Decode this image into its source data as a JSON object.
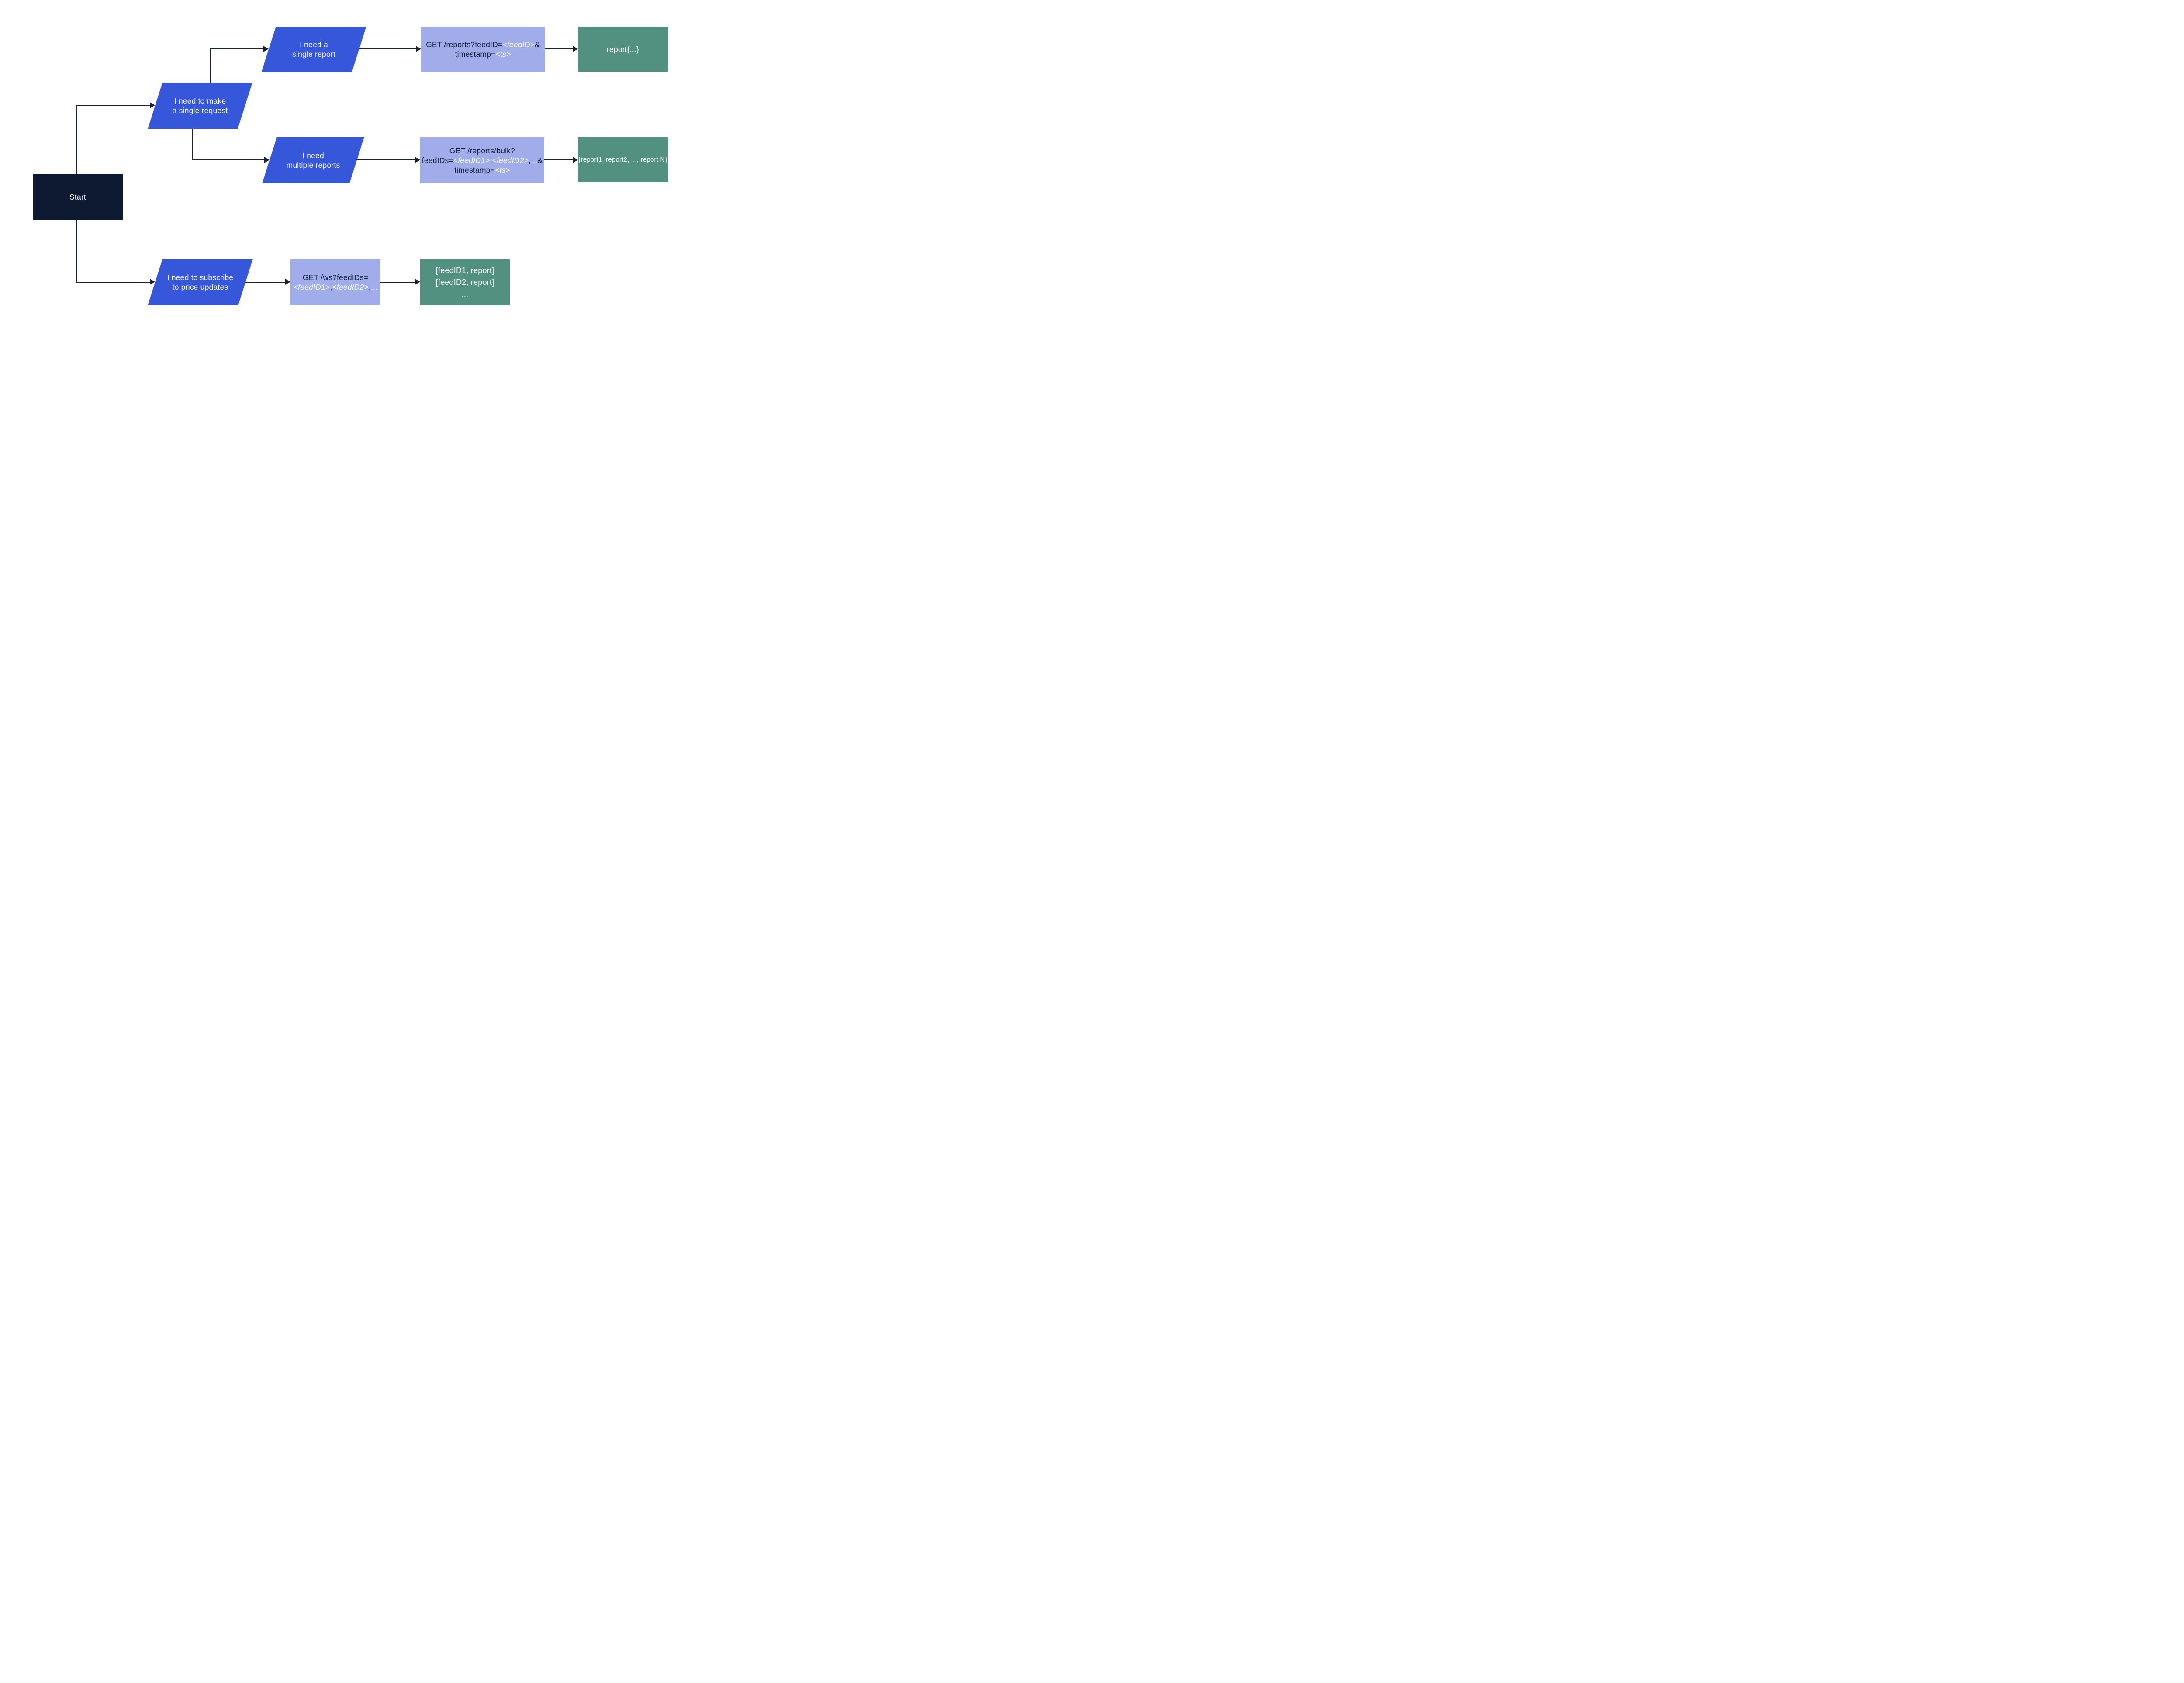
{
  "shapes": {
    "start": {
      "label": "Start"
    },
    "need_single_request": {
      "lines": [
        "I need to make",
        "a single request"
      ]
    },
    "need_single_report": {
      "lines": [
        "I need a",
        "single report"
      ]
    },
    "need_multiple_reports": {
      "lines": [
        "I need",
        "multiple reports"
      ]
    },
    "need_subscribe": {
      "lines": [
        "I need to subscribe",
        "to price updates"
      ]
    },
    "req_single": {
      "l1_pre": "GET /reports?feedID=",
      "l1_ph": "<feedID>",
      "l1_post": "&",
      "l2_pre": "timestamp=",
      "l2_ph": "<ts>"
    },
    "req_bulk": {
      "l1": "GET /reports/bulk?",
      "l2_pre": "feedIDs=",
      "l2_ph1": "<feedID1>",
      "l2_sep1": ",",
      "l2_ph2": "<feedID2>",
      "l2_sep2": ",",
      "l2_dots": "...",
      "l2_amp": "&",
      "l3_pre": "timestamp=",
      "l3_ph": "<ts>"
    },
    "req_ws": {
      "l1": "GET /ws?feedIDs=",
      "l2_ph1": "<feedID1>",
      "l2_sep1": ",",
      "l2_ph2": "<feedID2>",
      "l2_sep2": ",",
      "l2_dots": "..."
    },
    "res_single": {
      "label": "report{...}"
    },
    "res_bulk": {
      "label": "[report1, report2, ..., report N]"
    },
    "res_ws": {
      "lines": [
        "[feedID1, report]",
        "[feedID2, report]",
        "..."
      ]
    }
  },
  "colors": {
    "background": "#ffffff",
    "start_fill": "#0d1a32",
    "decision_fill": "#3757db",
    "request_fill": "#a1adeb",
    "result_fill": "#529080",
    "connector": "#1a2238",
    "text_light": "#ffffff",
    "text_dark": "#111d36"
  }
}
